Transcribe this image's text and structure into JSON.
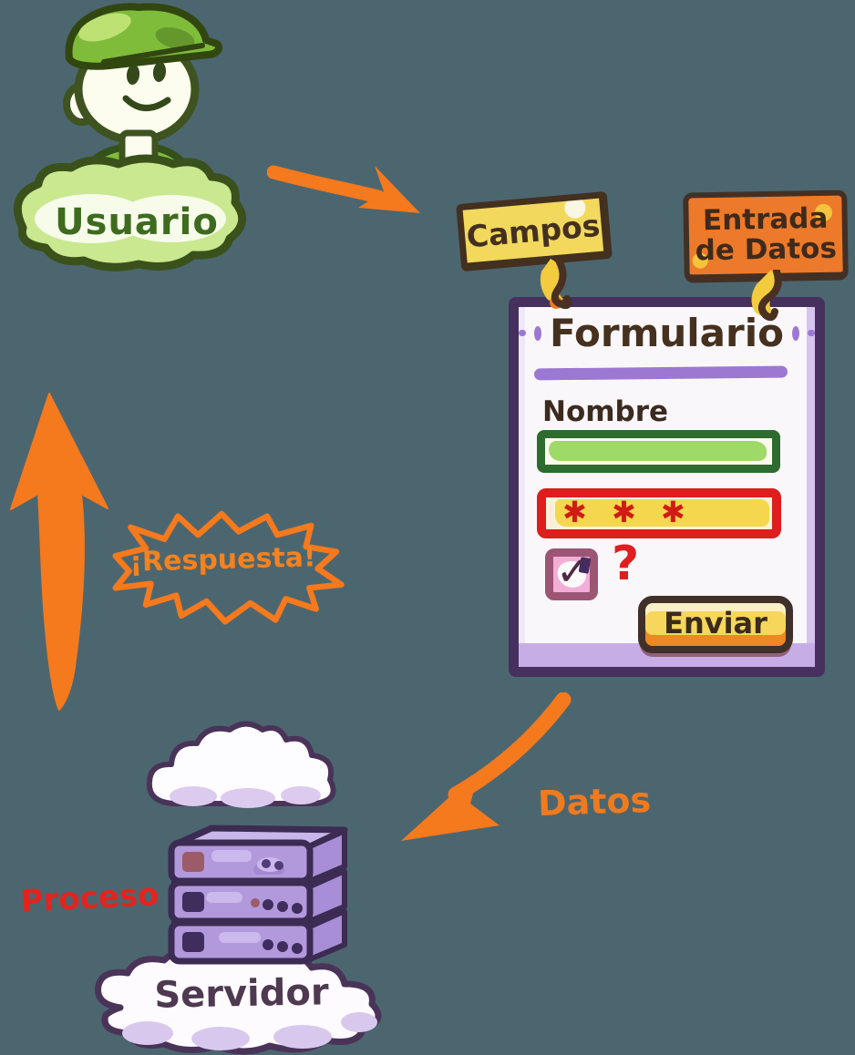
{
  "user": {
    "label": "Usuario"
  },
  "tags": {
    "campos": {
      "label": "Campos"
    },
    "entrada": {
      "line1": "Entrada",
      "line2": "de Datos"
    }
  },
  "form": {
    "title": "Formulario",
    "name_label": "Nombre",
    "password_mask": "✱ ✱ ✱",
    "checkbox_checked": true,
    "checkbox_mark": "✓",
    "help_mark": "?",
    "submit_label": "Enviar"
  },
  "flow": {
    "response_label": "¡Respuesta!",
    "data_label": "Datos",
    "process_label": "Proceso"
  },
  "server": {
    "label": "Servidor"
  },
  "icons": {
    "user_figure": "boy-with-green-cap-in-cloud",
    "arrows": "hand-drawn-orange-arrows",
    "tag_connectors": "hook-curls",
    "server_stack": "purple-server-rack-3-units",
    "clouds": "hand-drawn-clouds",
    "response_burst": "orange-starburst-outline"
  },
  "colors": {
    "background": "#4C6670",
    "orange_accent": "#F5791D",
    "form_border_purple": "#46305E",
    "lavender": "#C7ADE6",
    "tag_yellow": "#F2D85C",
    "tag_orange": "#EC7A2A",
    "dark_brown_ink": "#43301F",
    "field_green": "#2E6B2E",
    "field_green_fill": "#9FD968",
    "field_red": "#DE1D1D",
    "field_yellow_fill": "#F5D74F",
    "checkbox_pink": "#F3AED7",
    "server_purple": "#B299DC",
    "user_green": "#7EBC3A",
    "process_red": "#E2241F"
  }
}
